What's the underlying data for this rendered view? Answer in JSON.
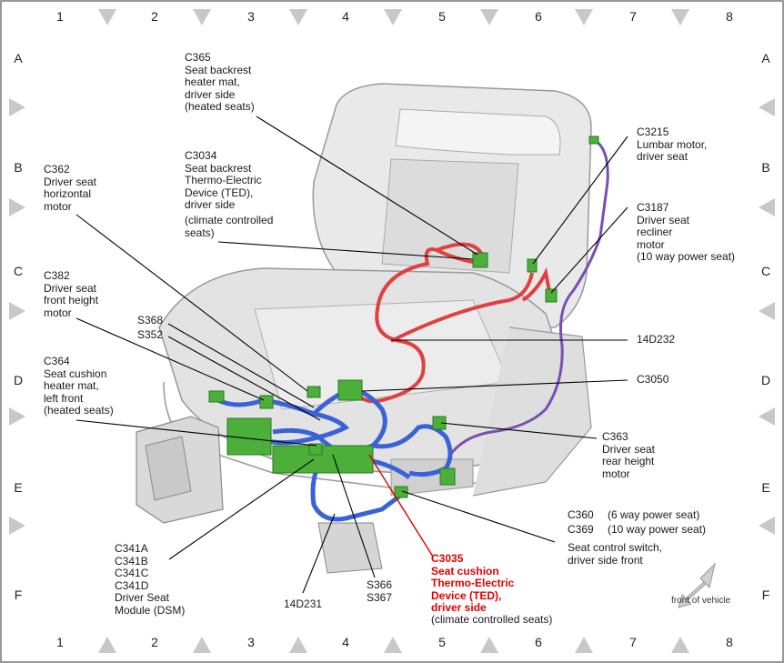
{
  "grid": {
    "columns": [
      "1",
      "2",
      "3",
      "4",
      "5",
      "6",
      "7",
      "8"
    ],
    "rows": [
      "A",
      "B",
      "C",
      "D",
      "E",
      "F"
    ]
  },
  "callouts": {
    "c365": {
      "id": "C365",
      "desc": "Seat backrest\nheater mat,\ndriver side\n(heated seats)"
    },
    "c3034": {
      "id": "C3034",
      "desc": "Seat backrest\nThermo-Electric\nDevice (TED),\ndriver side",
      "note": "(climate controlled\nseats)"
    },
    "c362": {
      "id": "C362",
      "desc": "Driver seat\nhorizontal\nmotor"
    },
    "c382": {
      "id": "C382",
      "desc": "Driver seat\nfront height\nmotor"
    },
    "s368": {
      "id": "S368"
    },
    "s352": {
      "id": "S352"
    },
    "c364": {
      "id": "C364",
      "desc": "Seat cushion\nheater mat,\nleft front\n(heated seats)"
    },
    "c3215": {
      "id": "C3215",
      "desc": "Lumbar motor,\ndriver seat"
    },
    "c3187": {
      "id": "C3187",
      "desc": "Driver seat\nrecliner\nmotor\n(10 way power seat)"
    },
    "w14d232": {
      "id": "14D232"
    },
    "c3050": {
      "id": "C3050"
    },
    "c363": {
      "id": "C363",
      "desc": "Driver seat\nrear height\nmotor"
    },
    "c360": {
      "id": "C360",
      "desc": "(6 way power seat)"
    },
    "c369": {
      "id": "C369",
      "desc": "(10 way power seat)"
    },
    "switch": {
      "desc": "Seat control switch,\ndriver side front"
    },
    "dsm": {
      "ids": "C341A\nC341B\nC341C\nC341D",
      "desc": "Driver Seat\nModule (DSM)"
    },
    "w14d231": {
      "id": "14D231"
    },
    "s366": {
      "id": "S366"
    },
    "s367": {
      "id": "S367"
    },
    "c3035": {
      "id": "C3035",
      "desc": "Seat cushion\nThermo-Electric\nDevice (TED),\ndriver side",
      "note": "(climate controlled seats)"
    },
    "fov": {
      "label": "front of vehicle"
    }
  },
  "colors": {
    "ted_harness": "#e04040",
    "main_harness": "#3a62d8",
    "lumbar_harness": "#7a4fb5",
    "connector": "#4caf3a",
    "highlight_leader": "#e00000"
  }
}
